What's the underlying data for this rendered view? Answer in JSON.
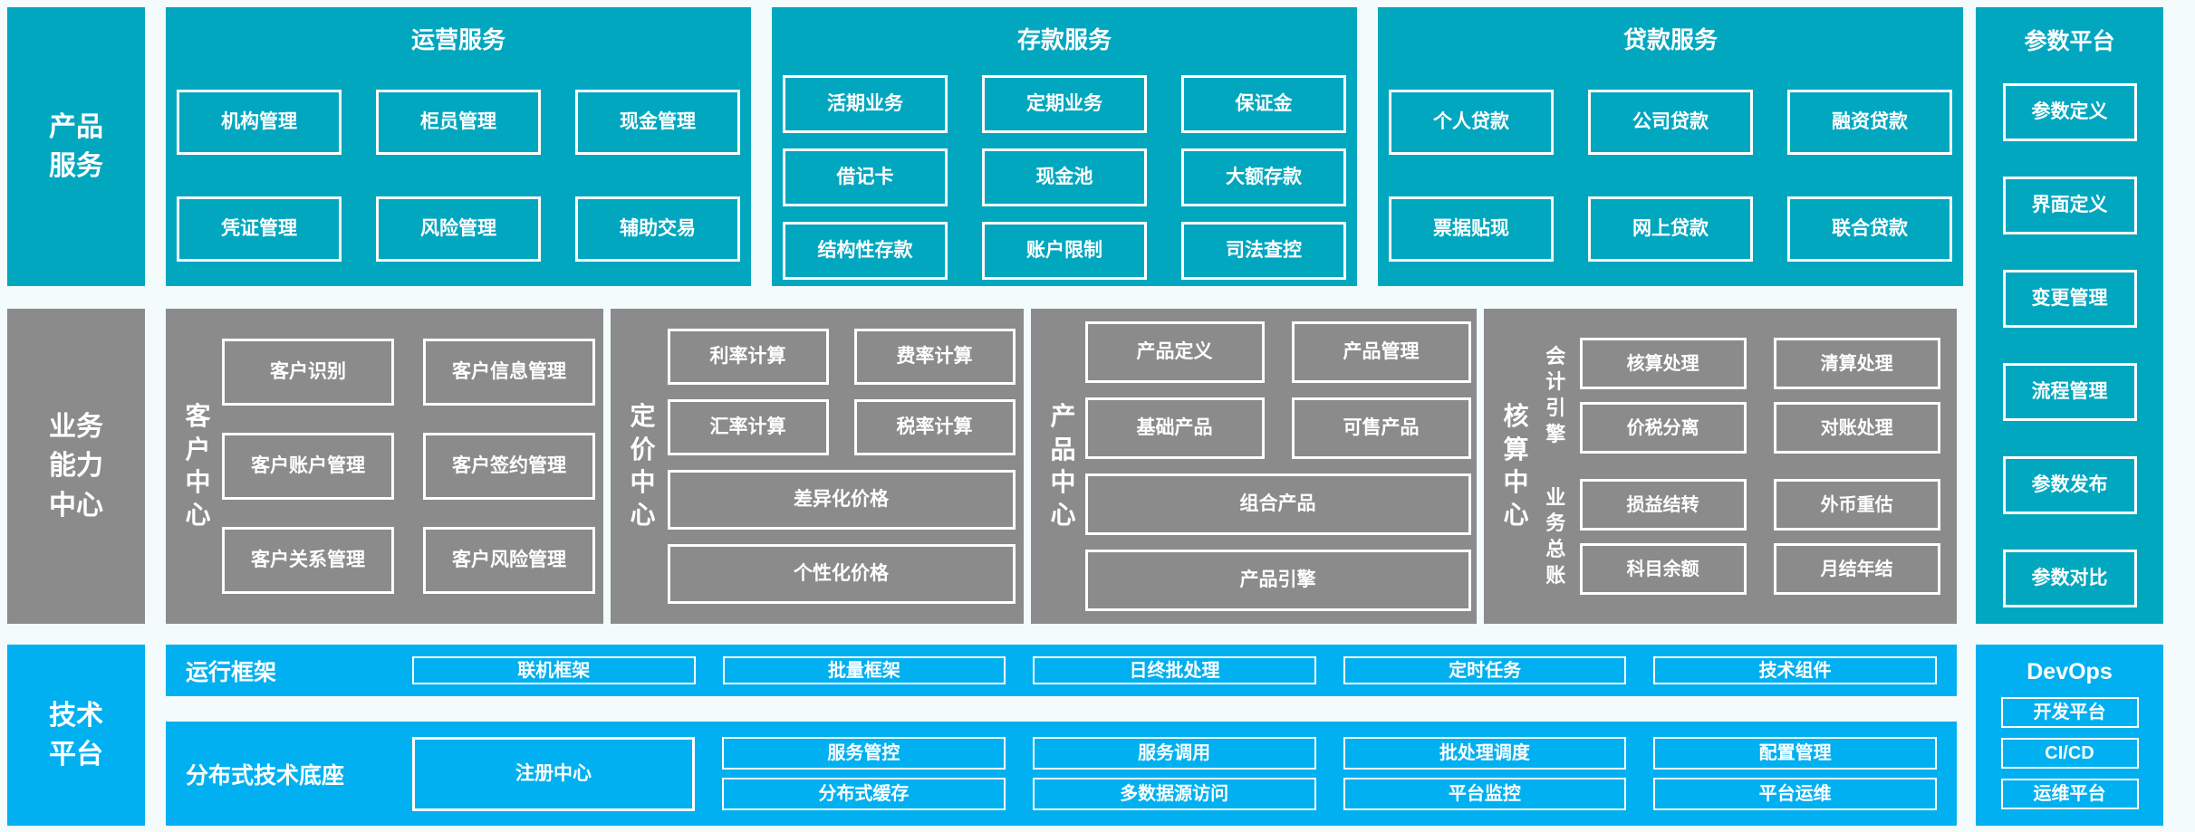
{
  "palette": {
    "teal": "#00A7BF",
    "gray": "#8B8B8B",
    "blue": "#00B0F0",
    "background": "#F4FBFC",
    "box_border": "#FFFFFF",
    "text": "#FFFFFF"
  },
  "product_row": {
    "label": "产品服务",
    "operations": {
      "title": "运营服务",
      "items": [
        "机构管理",
        "柜员管理",
        "现金管理",
        "凭证管理",
        "风险管理",
        "辅助交易"
      ]
    },
    "deposit": {
      "title": "存款服务",
      "items": [
        "活期业务",
        "定期业务",
        "保证金",
        "借记卡",
        "现金池",
        "大额存款",
        "结构性存款",
        "账户限制",
        "司法查控"
      ]
    },
    "loan": {
      "title": "贷款服务",
      "items": [
        "个人贷款",
        "公司贷款",
        "融资贷款",
        "票据贴现",
        "网上贷款",
        "联合贷款"
      ]
    }
  },
  "param_platform": {
    "title": "参数平台",
    "items": [
      "参数定义",
      "界面定义",
      "变更管理",
      "流程管理",
      "参数发布",
      "参数对比"
    ]
  },
  "capability_row": {
    "label": "业务能力中心",
    "customer": {
      "title": "客户中心",
      "items": [
        "客户识别",
        "客户信息管理",
        "客户账户管理",
        "客户签约管理",
        "客户关系管理",
        "客户风险管理"
      ]
    },
    "pricing": {
      "title": "定价中心",
      "items": [
        "利率计算",
        "费率计算",
        "汇率计算",
        "税率计算"
      ],
      "wide_items": [
        "差异化价格",
        "个性化价格"
      ]
    },
    "product": {
      "title": "产品中心",
      "items": [
        "产品定义",
        "产品管理",
        "基础产品",
        "可售产品"
      ],
      "wide_items": [
        "组合产品",
        "产品引擎"
      ]
    },
    "accounting": {
      "title": "核算中心",
      "groups": [
        {
          "label": "会计引擎",
          "items": [
            "核算处理",
            "清算处理",
            "价税分离",
            "对账处理"
          ]
        },
        {
          "label": "业务总账",
          "items": [
            "损益结转",
            "外币重估",
            "科目余额",
            "月结年结"
          ]
        }
      ]
    }
  },
  "tech_row": {
    "label": "技术平台",
    "runtime": {
      "title": "运行框架",
      "items": [
        "联机框架",
        "批量框架",
        "日终批处理",
        "定时任务",
        "技术组件"
      ]
    },
    "distributed": {
      "title": "分布式技术底座",
      "registry": "注册中心",
      "items": [
        "服务管控",
        "服务调用",
        "批处理调度",
        "配置管理",
        "分布式缓存",
        "多数据源访问",
        "平台监控",
        "平台运维"
      ]
    }
  },
  "devops": {
    "title": "DevOps",
    "items": [
      "开发平台",
      "CI/CD",
      "运维平台"
    ]
  }
}
